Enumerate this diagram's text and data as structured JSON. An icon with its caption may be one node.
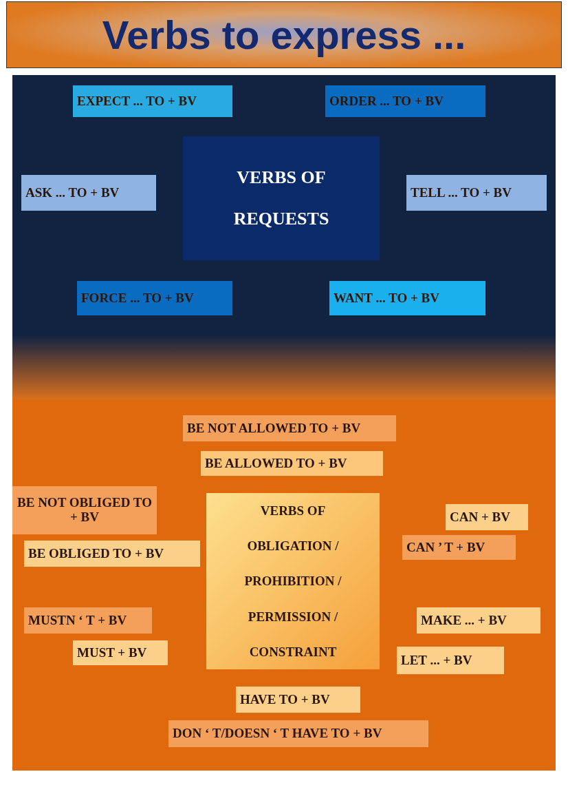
{
  "diagram": {
    "title": "Verbs to express ...",
    "nodes": [
      {
        "text": [
          "EXPECT ... TO + BV"
        ]
      },
      {
        "text": [
          "ORDER ... TO + BV"
        ]
      },
      {
        "text": [
          "VERBS OF REQUESTS"
        ]
      },
      {
        "text": [
          "ASK ... TO + BV"
        ]
      },
      {
        "text": [
          "TELL ... TO + BV"
        ]
      },
      {
        "text": [
          "FORCE  ... TO + BV"
        ]
      },
      {
        "text": [
          "WANT ... TO + BV"
        ]
      },
      {
        "text": [
          "BE NOT ALLOWED TO + BV"
        ]
      },
      {
        "text": [
          "BE ALLOWED TO + BV"
        ]
      },
      {
        "text": [
          "BE NOT OBLIGED TO + BV"
        ]
      },
      {
        "text": [
          "BE OBLIGED TO + BV"
        ]
      },
      {
        "text": [
          "VERBS OF OBLIGATION / PROHIBITION / PERMISSION / CONSTRAINT"
        ]
      },
      {
        "text": [
          "CAN + BV"
        ]
      },
      {
        "text": [
          "CAN ’ T + BV"
        ]
      },
      {
        "text": [
          "MUSTN ‘ T + BV"
        ]
      },
      {
        "text": [
          "MUST + BV"
        ]
      },
      {
        "text": [
          "MAKE ... + BV"
        ]
      },
      {
        "text": [
          "LET ... + BV"
        ]
      },
      {
        "text": [
          "HAVE TO + BV"
        ]
      },
      {
        "text": [
          "DON ‘ T/DOESN ‘ T HAVE TO + BV"
        ]
      }
    ]
  }
}
